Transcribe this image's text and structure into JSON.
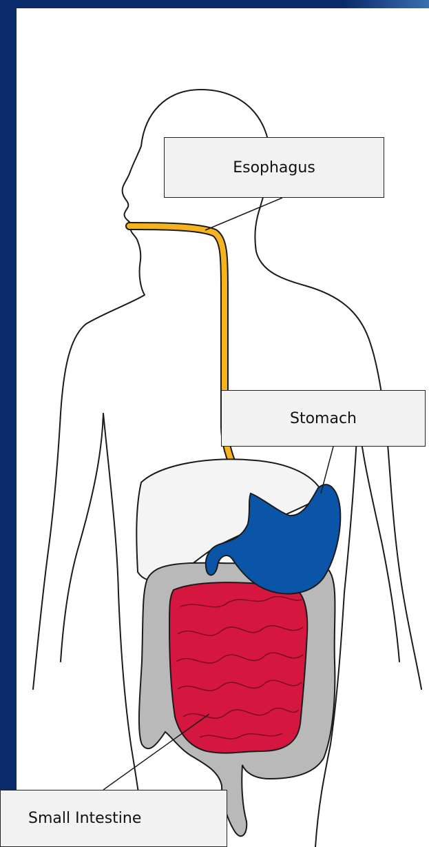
{
  "labels": {
    "esophagus": "Esophagus",
    "stomach": "Stomach",
    "small_intestine": "Small Intestine"
  },
  "colors": {
    "esophagus": "#f6b21f",
    "stomach": "#0b55a8",
    "small_intestine": "#d5173f",
    "large_intestine": "#b9b9b9",
    "liver": "#f4f4f4",
    "outline": "#1a1a1a",
    "side_bar": "#0b2a6b"
  }
}
